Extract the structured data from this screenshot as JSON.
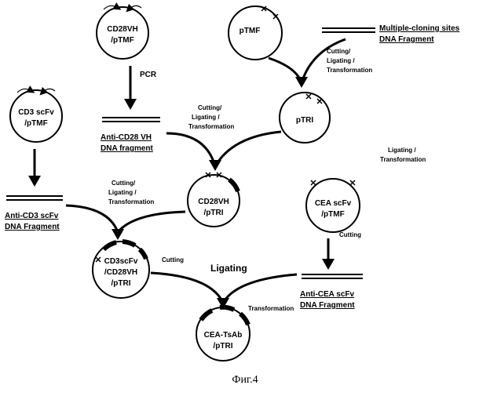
{
  "plasmids": {
    "cd28vh_ptmf": [
      "CD28VH",
      "/pTMF"
    ],
    "ptmf": [
      "pTMF"
    ],
    "cd3scfv_ptmf": [
      "CD3 scFv",
      "/pTMF"
    ],
    "ptri": [
      "pTRI"
    ],
    "cd28vh_ptri": [
      "CD28VH",
      "/pTRI"
    ],
    "cea_scfv_ptmf": [
      "CEA scFv",
      "/pTMF"
    ],
    "cd3scfv_cd28vh_ptri": [
      "CD3scFv",
      "/CD28VH",
      "/pTRI"
    ],
    "cea_tsab_ptri": [
      "CEA-TsAb",
      "/pTRI"
    ]
  },
  "fragments": {
    "mcs": [
      "Multiple-cloning sites",
      "DNA Fragment"
    ],
    "anti_cd28": [
      "Anti-CD28 VH",
      "DNA fragment"
    ],
    "anti_cd3": [
      "Anti-CD3 scFv",
      "DNA Fragment"
    ],
    "anti_cea": [
      "Anti-CEA scFv",
      "DNA Fragment"
    ]
  },
  "steps": {
    "pcr": "PCR",
    "ctt_top": [
      "Cutting/",
      "Ligating /",
      "Transformation"
    ],
    "ctt_mid": [
      "Cutting/",
      "Ligating /",
      "Transformation"
    ],
    "ctt_left": [
      "Cutting/",
      "Ligating /",
      "Transformation"
    ],
    "lig_trans": [
      "Ligating /",
      "Transformation"
    ],
    "cutting_right": "Cutting",
    "cutting_left": "Cutting",
    "ligating": "Ligating",
    "transformation": "Transformation"
  },
  "caption": "Фиг.4"
}
